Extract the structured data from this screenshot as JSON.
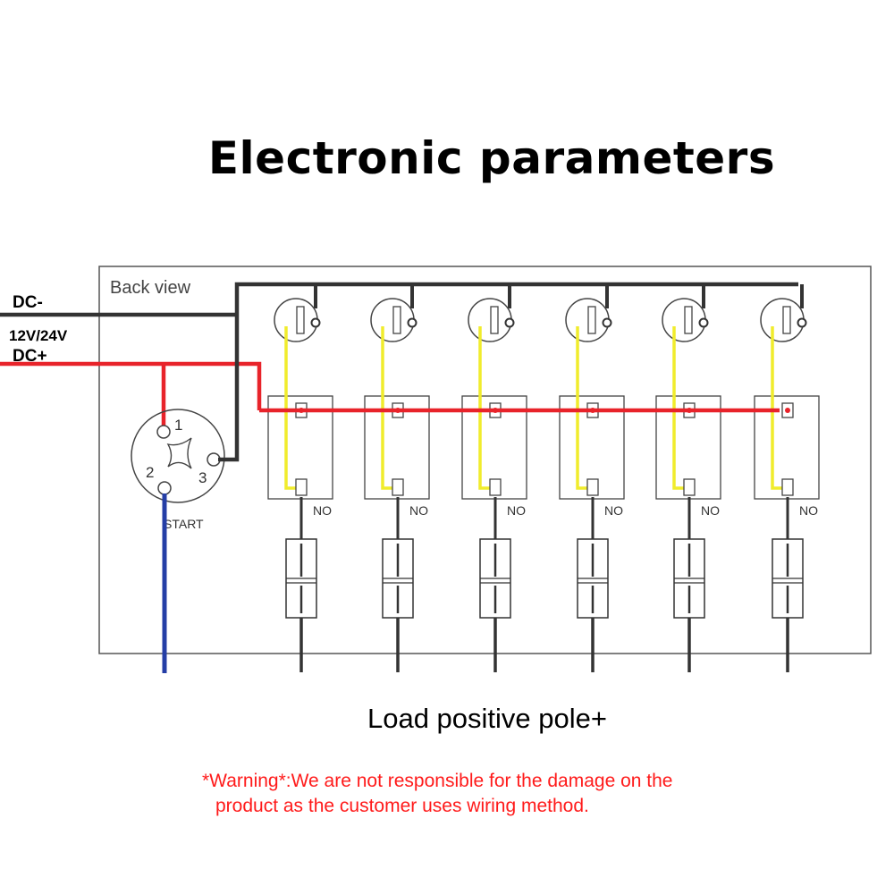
{
  "title": "Electronic parameters",
  "panel_label": "Back view",
  "power": {
    "negative_label": "DC-",
    "voltage_label": "12V/24V",
    "positive_label": "DC+"
  },
  "start_switch": {
    "pin_labels": [
      "1",
      "2",
      "3"
    ],
    "label": "START"
  },
  "relay_contact_label": "NO",
  "load_label": "Load positive pole+",
  "warning": {
    "line1": "*Warning*:We are not responsible for the damage on the",
    "line2": "product as the customer uses wiring method."
  },
  "colors": {
    "negative_wire": "#333333",
    "positive_wire": "#e8232a",
    "indicator_wire": "#f0ec2c",
    "start_wire": "#243ea6"
  }
}
